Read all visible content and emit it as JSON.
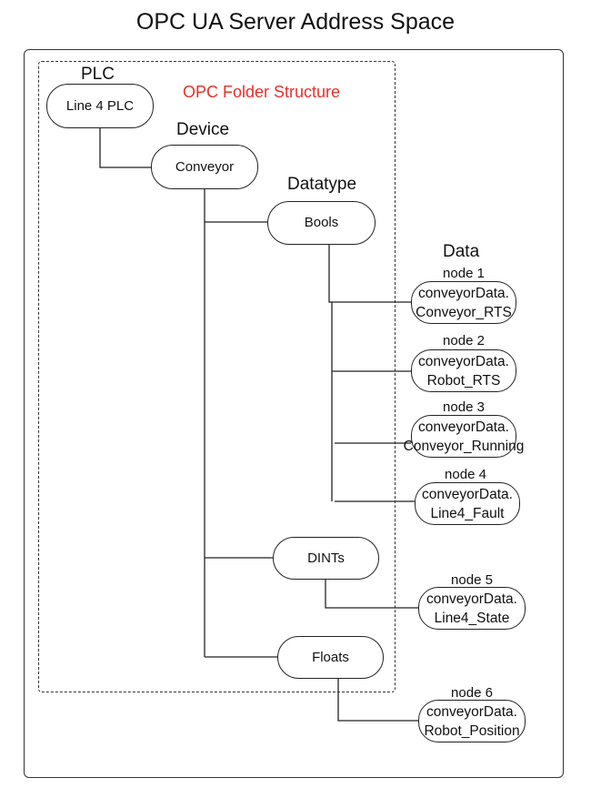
{
  "title": "OPC UA Server Address Space",
  "folder_label": "OPC Folder Structure",
  "headings": {
    "plc": "PLC",
    "device": "Device",
    "datatype": "Datatype",
    "data": "Data"
  },
  "plc_node": {
    "label": "Line 4 PLC"
  },
  "device_node": {
    "label": "Conveyor"
  },
  "datatypes": [
    {
      "label": "Bools"
    },
    {
      "label": "DINTs"
    },
    {
      "label": "Floats"
    }
  ],
  "data_nodes": [
    {
      "id": "node 1",
      "line1": "conveyorData.",
      "line2": "Conveyor_RTS"
    },
    {
      "id": "node 2",
      "line1": "conveyorData.",
      "line2": "Robot_RTS"
    },
    {
      "id": "node 3",
      "line1": "conveyorData.",
      "line2": "Conveyor_Running"
    },
    {
      "id": "node 4",
      "line1": "conveyorData.",
      "line2": "Line4_Fault"
    },
    {
      "id": "node 5",
      "line1": "conveyorData.",
      "line2": "Line4_State"
    },
    {
      "id": "node 6",
      "line1": "conveyorData.",
      "line2": "Robot_Position"
    }
  ]
}
